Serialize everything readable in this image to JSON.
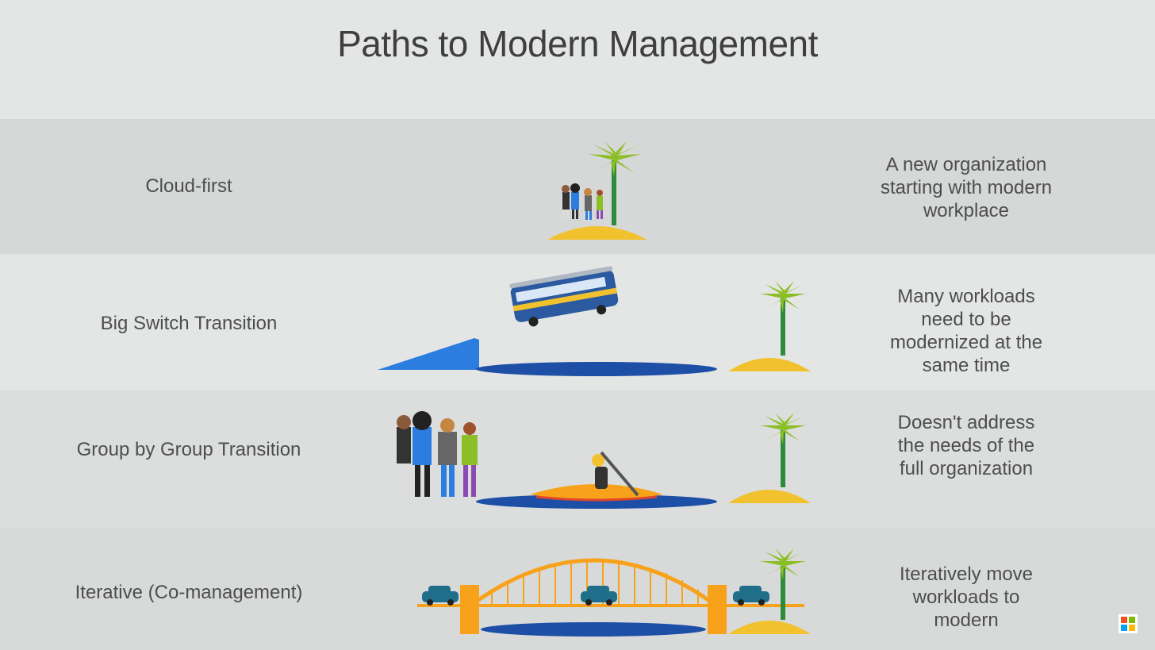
{
  "slide": {
    "title": "Paths to Modern Management",
    "rows": [
      {
        "label": "Cloud-first",
        "description": "A new organization\nstarting with modern\nworkplace"
      },
      {
        "label": "Big Switch Transition",
        "description": "Many workloads\nneed to be\nmodernized at the\nsame time"
      },
      {
        "label": "Group by Group Transition",
        "description": "Doesn't address\nthe needs of the\nfull organization"
      },
      {
        "label": "Iterative (Co-management)",
        "description": "Iteratively move\nworkloads to\nmodern"
      }
    ]
  },
  "colors": {
    "band_dark": "#d5d7d7",
    "band_light": "#e4e6e6",
    "sand": "#f2c12e",
    "palm_leaf": "#8cbf26",
    "trunk": "#2e8b3a",
    "water": "#1e4fa6",
    "ramp": "#2b7de0",
    "bridge": "#f7a21a"
  },
  "icons": [
    "microsoft-logo-icon",
    "palm-tree-icon",
    "bus-icon",
    "kayak-icon",
    "car-icon"
  ]
}
